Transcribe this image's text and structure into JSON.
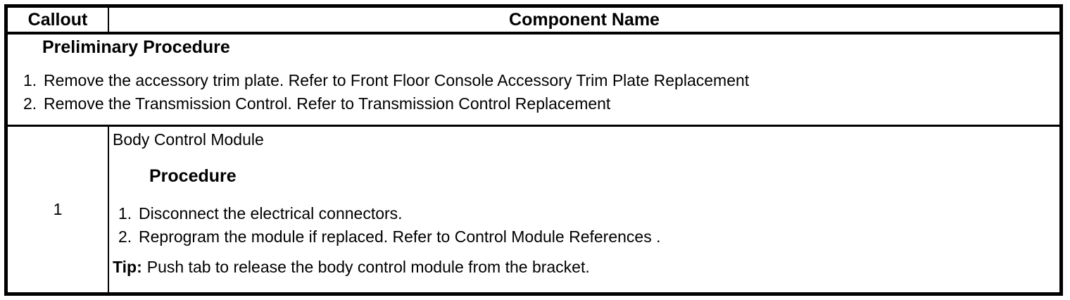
{
  "table": {
    "header": {
      "callout": "Callout",
      "component_name": "Component Name"
    },
    "preliminary": {
      "title": "Preliminary Procedure",
      "steps": [
        {
          "num": "1.",
          "text": "Remove the accessory trim plate. Refer to Front Floor Console Accessory Trim Plate Replacement"
        },
        {
          "num": "2.",
          "text": "Remove the Transmission Control. Refer to Transmission Control Replacement"
        }
      ]
    },
    "row1": {
      "callout": "1",
      "component": "Body Control Module",
      "procedure_title": "Procedure",
      "steps": [
        {
          "num": "1.",
          "text": "Disconnect the electrical connectors."
        },
        {
          "num": "2.",
          "text": "Reprogram the module if replaced. Refer to Control Module References ."
        }
      ],
      "tip_label": "Tip:",
      "tip_text": "Push tab to release the body control module from the bracket."
    }
  },
  "colors": {
    "border": "#000000",
    "background": "#ffffff",
    "text": "#000000"
  }
}
